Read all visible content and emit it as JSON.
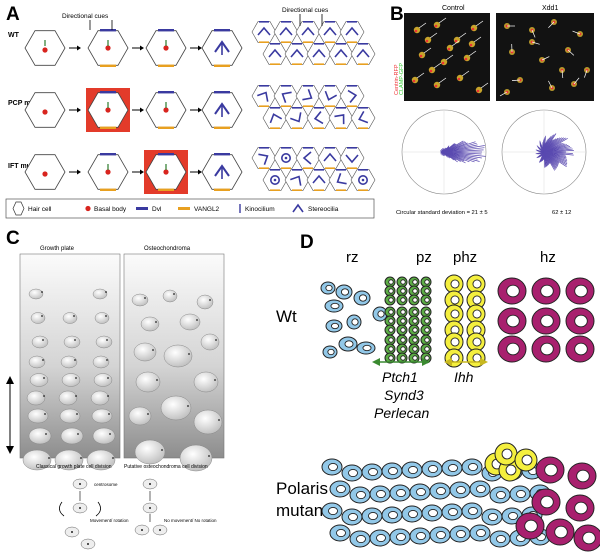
{
  "panels": {
    "a": {
      "letter": "A",
      "row_labels": [
        "WT",
        "PCP mutant",
        "IFT mutant"
      ],
      "cue_label_left": "Directional cues",
      "cue_label_right": "Directional cues",
      "legend": [
        "Hair cell",
        "Basal body",
        "Dvl",
        "VANGL2",
        "Kinocilium",
        "Stereocilia"
      ]
    },
    "b": {
      "letter": "B",
      "titles": [
        "Control",
        "Xdd1"
      ],
      "stain_labels": [
        "Centrin-RFP",
        "CLAMP-GFP"
      ],
      "csd_label": "Circular standard deviation = 21 ± 5",
      "csd_right": "62 ± 12"
    },
    "c": {
      "letter": "C",
      "titles": [
        "Growth plate",
        "Osteochondroma"
      ],
      "bottom_left_title": "Classical growth plate cell division",
      "bottom_right_title": "Putative osteochondroma cell division",
      "centrosome": "centrosome",
      "movement_left": "Movement/ rotation",
      "movement_right": "No movement/ No rotation"
    },
    "d": {
      "letter": "D",
      "zones": [
        "rz",
        "pz",
        "phz",
        "hz"
      ],
      "row_wt": "Wt",
      "row_mut_1": "Polaris",
      "row_mut_2": "mutant",
      "genes_green": [
        "Ptch1",
        "Synd3",
        "Perlecan"
      ],
      "gene_yellow": "Ihh"
    }
  },
  "colors": {
    "blue_cell": "#92c8e8",
    "green_cell": "#5cad45",
    "yellow_cell": "#f4ef3e",
    "magenta_cell": "#a8206e",
    "ptc_red": "#e0231c",
    "dvl": "#3a3aa0",
    "vangl": "#e8a020"
  }
}
